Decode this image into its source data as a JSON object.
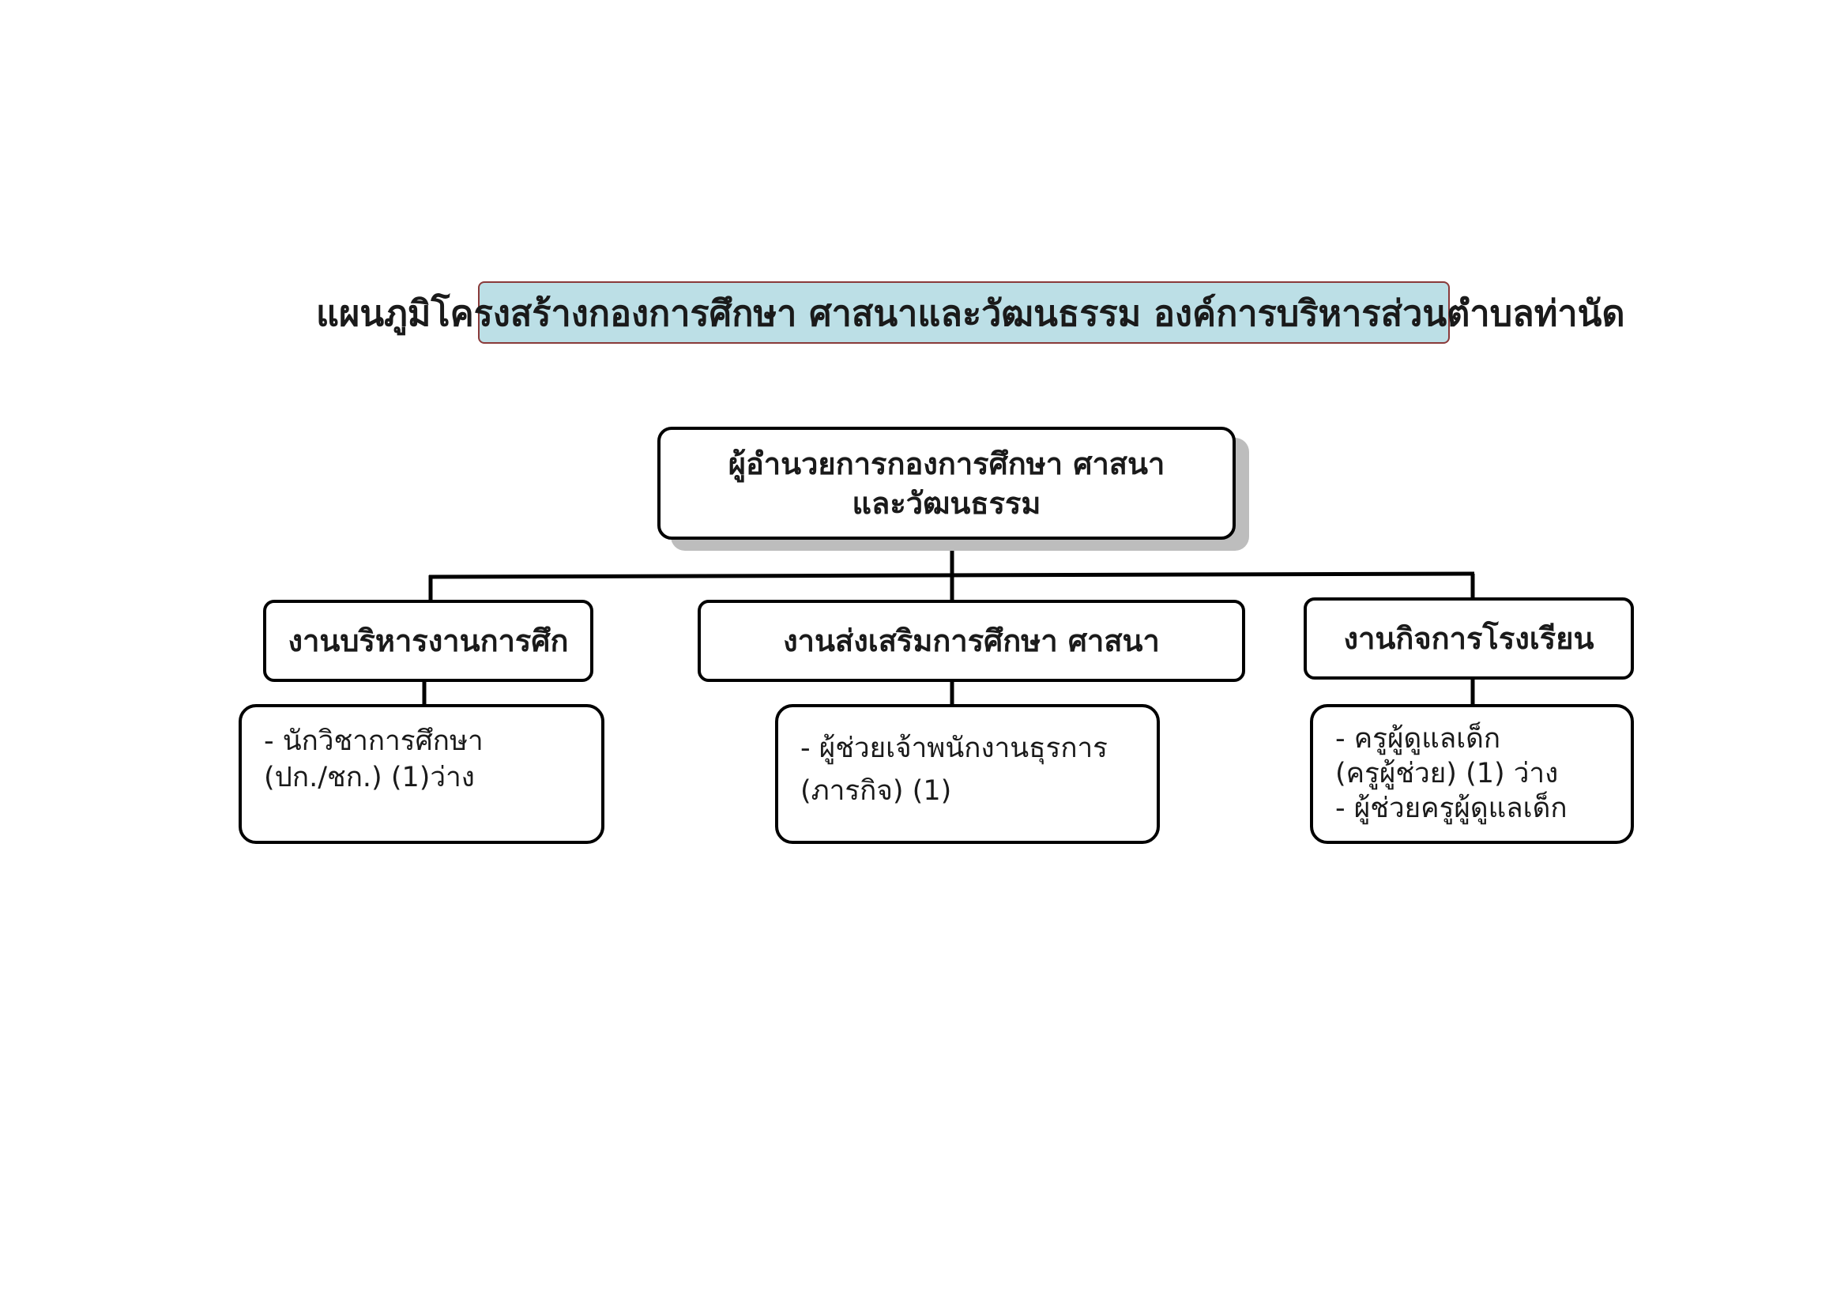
{
  "title": "แผนภูมิโครงสร้างกองการศึกษา ศาสนาและวัฒนธรรม องค์การบริหารส่วนตำบลท่านัด",
  "director": {
    "lines": [
      "ผู้อำนวยการกองการศึกษา ศาสนา",
      "และวัฒนธรรม"
    ]
  },
  "departments": [
    {
      "name": "งานบริหารงานการศึก",
      "staff": [
        "- นักวิชาการศึกษา",
        "(ปก./ชก.) (1)ว่าง"
      ]
    },
    {
      "name": "งานส่งเสริมการศึกษา ศาสนา",
      "staff": [
        "- ผู้ช่วยเจ้าพนักงานธุรการ",
        "(ภารกิจ) (1)"
      ]
    },
    {
      "name": "งานกิจการโรงเรียน",
      "staff": [
        "- ครูผู้ดูแลเด็ก",
        "(ครูผู้ช่วย) (1) ว่าง",
        "- ผู้ช่วยครูผู้ดูแลเด็ก"
      ]
    }
  ],
  "colors": {
    "title_band": "#bcdfe6",
    "title_band_border": "#8a3a3a",
    "box_border": "#000000",
    "shadow": "#bdbdbd"
  }
}
